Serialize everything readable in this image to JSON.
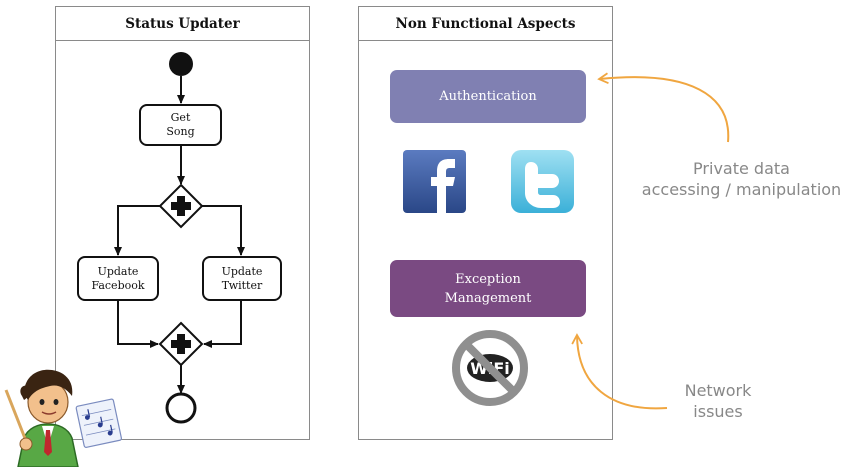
{
  "left_panel": {
    "title": "Status Updater",
    "tasks": {
      "get_song": [
        "Get",
        "Song"
      ],
      "update_facebook": [
        "Update",
        "Facebook"
      ],
      "update_twitter": [
        "Update",
        "Twitter"
      ]
    }
  },
  "right_panel": {
    "title": "Non Functional Aspects",
    "authentication": "Authentication",
    "exception": [
      "Exception",
      "Management"
    ],
    "colors": {
      "authentication": "#8080b2",
      "exception": "#7a4a82"
    }
  },
  "notes": {
    "private": [
      "Private data",
      "accessing / manipulation"
    ],
    "network": [
      "Network",
      "issues"
    ]
  },
  "icons": {
    "facebook": "facebook-icon",
    "twitter": "twitter-icon",
    "no_wifi": "no-wifi-icon",
    "wifi_text": "WiFi",
    "character": "teacher-character-icon"
  },
  "accent_color": "#f0a640"
}
